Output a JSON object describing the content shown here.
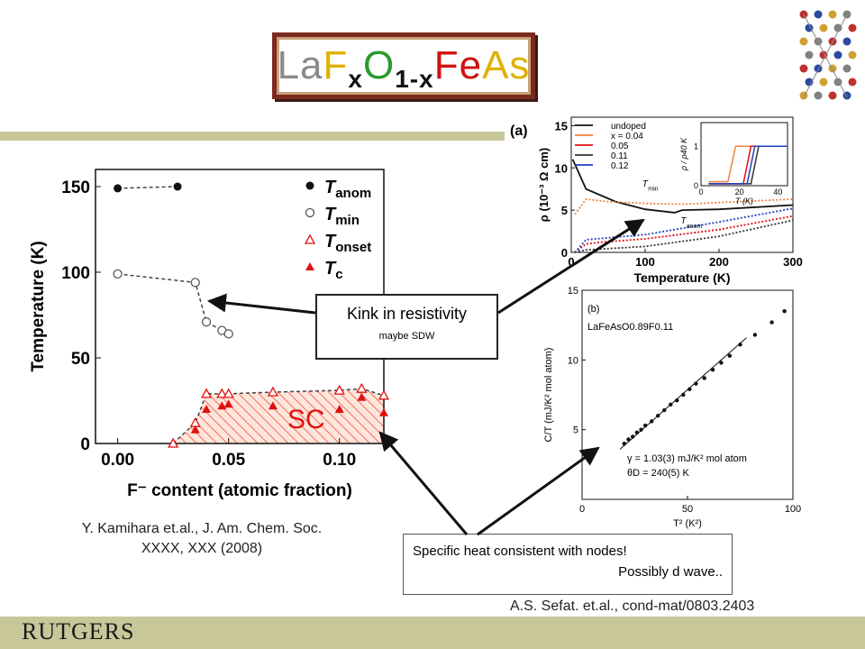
{
  "slide": {
    "title_parts": [
      {
        "text": "La",
        "color": "#8a8a8a",
        "sub": false
      },
      {
        "text": "F",
        "color": "#e0b000",
        "sub": false
      },
      {
        "text": "x",
        "color": "#111111",
        "sub": true
      },
      {
        "text": "O",
        "color": "#2a9a2a",
        "sub": false
      },
      {
        "text": "1-x",
        "color": "#111111",
        "sub": true
      },
      {
        "text": "Fe",
        "color": "#d01010",
        "sub": false
      },
      {
        "text": "As",
        "color": "#e0b000",
        "sub": false
      }
    ],
    "logo": "RUTGERS",
    "citation_left_line1": "Y. Kamihara et.al., J. Am. Chem. Soc.",
    "citation_left_line2": "XXXX, XXX (2008)",
    "citation_right": "A.S. Sefat. et.al., cond-mat/0803.2403",
    "callout_kink_title": "Kink in resistivity",
    "callout_kink_sub": "maybe SDW",
    "callout_heat_line1": "Specific heat consistent with nodes!",
    "callout_heat_line2": "Possibly d wave..",
    "colors": {
      "band": "#c8c79a",
      "frame": "#7a2a1f",
      "red": "#e01010",
      "orange": "#f08040",
      "blue": "#2040c0"
    }
  },
  "chart_data": [
    {
      "type": "scatter",
      "xlabel": "F⁻ content (atomic fraction)",
      "ylabel": "Temperature (K)",
      "xlim": [
        -0.01,
        0.12
      ],
      "ylim": [
        0,
        160
      ],
      "xticks": [
        "0.00",
        "0.05",
        "0.10"
      ],
      "yticks": [
        "0",
        "50",
        "100",
        "150"
      ],
      "region_label": "SC",
      "series": [
        {
          "name": "T",
          "sub": "anom",
          "marker": "filled-circle",
          "points": [
            [
              0.0,
              149
            ],
            [
              0.027,
              150
            ]
          ]
        },
        {
          "name": "T",
          "sub": "min",
          "marker": "open-circle",
          "points": [
            [
              0.0,
              99
            ],
            [
              0.035,
              94
            ],
            [
              0.04,
              71
            ],
            [
              0.047,
              66
            ],
            [
              0.05,
              64
            ]
          ]
        },
        {
          "name": "T",
          "sub": "onset",
          "marker": "open-triangle",
          "points": [
            [
              0.025,
              0
            ],
            [
              0.035,
              12
            ],
            [
              0.04,
              29
            ],
            [
              0.047,
              29
            ],
            [
              0.05,
              29
            ],
            [
              0.07,
              30
            ],
            [
              0.1,
              31
            ],
            [
              0.11,
              32
            ],
            [
              0.12,
              28
            ]
          ]
        },
        {
          "name": "T",
          "sub": "c",
          "marker": "filled-triangle",
          "points": [
            [
              0.035,
              8
            ],
            [
              0.04,
              20
            ],
            [
              0.047,
              22
            ],
            [
              0.05,
              23
            ],
            [
              0.07,
              22
            ],
            [
              0.1,
              20
            ],
            [
              0.11,
              27
            ],
            [
              0.12,
              18
            ]
          ]
        }
      ],
      "legend": "top-right"
    },
    {
      "type": "line",
      "panel_label": "(a)",
      "xlabel": "Temperature (K)",
      "ylabel": "ρ (10⁻³ Ω cm)",
      "xlim": [
        0,
        300
      ],
      "ylim": [
        0,
        16
      ],
      "xticks": [
        "0",
        "100",
        "200",
        "300"
      ],
      "yticks": [
        "0",
        "5",
        "10",
        "15"
      ],
      "annotations": [
        "T",
        "min",
        "T",
        "anom"
      ],
      "series": [
        {
          "name": "undoped",
          "color": "#111111",
          "points": [
            [
              2,
              11
            ],
            [
              20,
              7.5
            ],
            [
              60,
              6
            ],
            [
              100,
              5.1
            ],
            [
              140,
              4.7
            ],
            [
              150,
              5.0
            ],
            [
              200,
              5.1
            ],
            [
              300,
              5.6
            ]
          ]
        },
        {
          "name": "x = 0.04",
          "color": "#f08040",
          "points": [
            [
              5,
              4.5
            ],
            [
              20,
              6.3
            ],
            [
              50,
              6
            ],
            [
              100,
              5.8
            ],
            [
              150,
              5.7
            ],
            [
              200,
              5.9
            ],
            [
              300,
              6.3
            ]
          ]
        },
        {
          "name": "0.05",
          "color": "#e01010",
          "points": [
            [
              5,
              0
            ],
            [
              20,
              1.0
            ],
            [
              40,
              1.2
            ],
            [
              100,
              1.6
            ],
            [
              200,
              2.7
            ],
            [
              300,
              4.3
            ]
          ]
        },
        {
          "name": "0.11",
          "color": "#333333",
          "points": [
            [
              5,
              0
            ],
            [
              20,
              0.3
            ],
            [
              100,
              0.7
            ],
            [
              200,
              1.9
            ],
            [
              300,
              3.8
            ]
          ]
        },
        {
          "name": "0.12",
          "color": "#2040c0",
          "points": [
            [
              5,
              0
            ],
            [
              20,
              1.5
            ],
            [
              100,
              2.1
            ],
            [
              200,
              3.6
            ],
            [
              300,
              5.2
            ]
          ]
        }
      ],
      "inset": {
        "xlabel": "T (K)",
        "ylabel": "ρ / ρ40 K",
        "xticks": [
          "0",
          "20",
          "40"
        ],
        "yticks": [
          "0",
          "1"
        ]
      }
    },
    {
      "type": "scatter",
      "panel_label": "(b)",
      "sample_label": "LaFeAsO0.89F0.11",
      "xlabel": "T² (K²)",
      "ylabel": "C/T (mJ/K² mol atom)",
      "xlim": [
        0,
        100
      ],
      "ylim": [
        0,
        15
      ],
      "xticks": [
        "0",
        "50",
        "100"
      ],
      "yticks": [
        "5",
        "10",
        "15"
      ],
      "fit_gamma": "γ = 1.03(3) mJ/K² mol atom",
      "fit_theta": "θD = 240(5) K",
      "series": [
        {
          "name": "data",
          "points": [
            [
              20,
              4.0
            ],
            [
              22,
              4.3
            ],
            [
              24,
              4.5
            ],
            [
              26,
              4.8
            ],
            [
              28,
              5.0
            ],
            [
              30,
              5.3
            ],
            [
              33,
              5.6
            ],
            [
              36,
              6.0
            ],
            [
              39,
              6.4
            ],
            [
              42,
              6.8
            ],
            [
              45,
              7.1
            ],
            [
              48,
              7.5
            ],
            [
              51,
              7.9
            ],
            [
              54,
              8.3
            ],
            [
              58,
              8.7
            ],
            [
              62,
              9.3
            ],
            [
              66,
              9.8
            ],
            [
              70,
              10.3
            ],
            [
              75,
              11.1
            ],
            [
              82,
              11.8
            ],
            [
              90,
              12.7
            ],
            [
              96,
              13.5
            ]
          ]
        }
      ]
    }
  ]
}
